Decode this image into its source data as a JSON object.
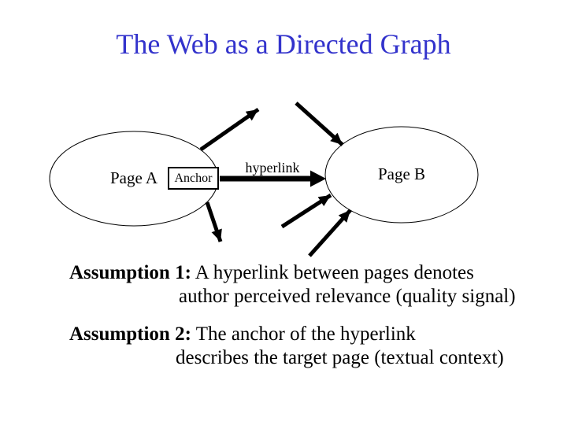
{
  "slide": {
    "title": "The Web as a Directed Graph"
  },
  "diagram": {
    "page_a": "Page A",
    "anchor": "Anchor",
    "hyperlink": "hyperlink",
    "page_b": "Page B"
  },
  "assumptions": [
    {
      "label": "Assumption 1:",
      "line1": "A hyperlink between pages denotes",
      "line2": "author perceived relevance (quality signal)"
    },
    {
      "label": "Assumption 2:",
      "line1": "The anchor of the hyperlink",
      "line2": "describes the target page (textual context)"
    }
  ],
  "colors": {
    "title_text": "#3333cc",
    "ink": "#000000",
    "background": "#ffffff"
  }
}
